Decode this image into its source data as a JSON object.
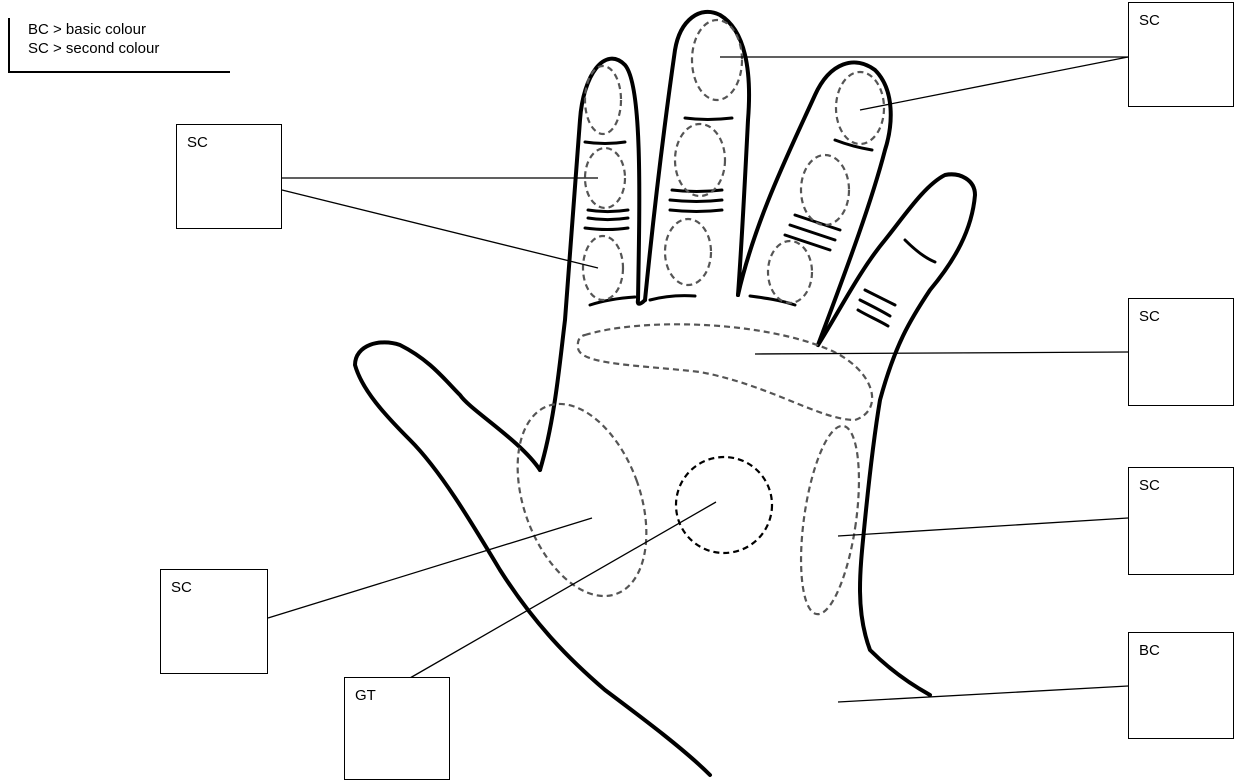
{
  "legend": {
    "line1": "BC > basic colour",
    "line2": "SC > second colour"
  },
  "labels": {
    "top_right": "SC",
    "fingers_left": "SC",
    "palm_crease": "SC",
    "palm_side": "SC",
    "thumb_mount": "SC",
    "palm_center": "GT",
    "wrist": "BC"
  },
  "colors": {
    "outline": "#000000",
    "background": "#ffffff"
  }
}
